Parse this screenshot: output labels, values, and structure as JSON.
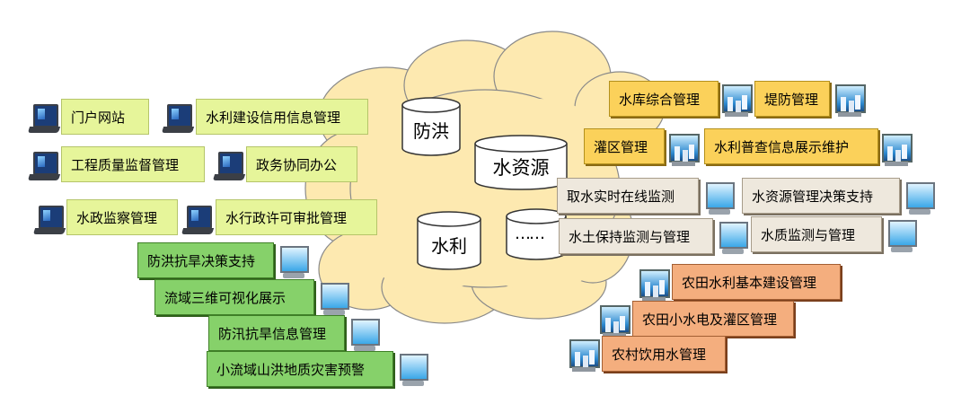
{
  "databases": [
    {
      "label": "防洪"
    },
    {
      "label": "水资源"
    },
    {
      "label": "水利"
    },
    {
      "label": "……"
    }
  ],
  "left_yellow": [
    {
      "label": "门户网站"
    },
    {
      "label": "水利建设信用信息管理"
    },
    {
      "label": "工程质量监督管理"
    },
    {
      "label": "政务协同办公"
    },
    {
      "label": "水政监察管理"
    },
    {
      "label": "水行政许可审批管理"
    }
  ],
  "left_green": [
    {
      "label": "防洪抗旱决策支持"
    },
    {
      "label": "流域三维可视化展示"
    },
    {
      "label": "防汛抗旱信息管理"
    },
    {
      "label": "小流域山洪地质灾害预警"
    }
  ],
  "right_orange": [
    {
      "label": "水库综合管理"
    },
    {
      "label": "堤防管理"
    },
    {
      "label": "灌区管理"
    },
    {
      "label": "水利普查信息展示维护"
    }
  ],
  "right_beige": [
    {
      "label": "取水实时在线监测"
    },
    {
      "label": "水资源管理决策支持"
    },
    {
      "label": "水土保持监测与管理"
    },
    {
      "label": "水质监测与管理"
    }
  ],
  "right_salmon": [
    {
      "label": "农田水利基本建设管理"
    },
    {
      "label": "农田小水电及灌区管理"
    },
    {
      "label": "农村饮用水管理"
    }
  ]
}
